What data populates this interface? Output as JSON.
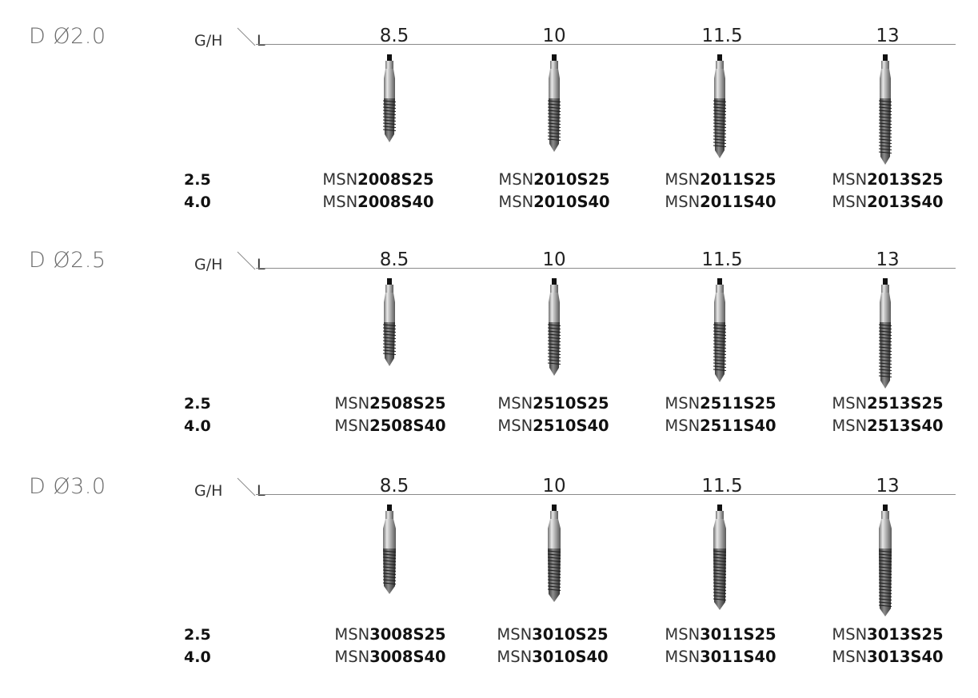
{
  "header": {
    "gh_label": "G/H",
    "l_label": "L"
  },
  "lengths": [
    "8.5",
    "10",
    "11.5",
    "13"
  ],
  "heights": [
    "2.5",
    "4.0"
  ],
  "sections": [
    {
      "diameter": "D Ø2.0",
      "codes": [
        [
          {
            "pre": "MSN",
            "suf": "2008S25"
          },
          {
            "pre": "MSN",
            "suf": "2010S25"
          },
          {
            "pre": "MSN",
            "suf": "2011S25"
          },
          {
            "pre": "MSN",
            "suf": "2013S25"
          }
        ],
        [
          {
            "pre": "MSN",
            "suf": "2008S40"
          },
          {
            "pre": "MSN",
            "suf": "2010S40"
          },
          {
            "pre": "MSN",
            "suf": "2011S40"
          },
          {
            "pre": "MSN",
            "suf": "2013S40"
          }
        ]
      ]
    },
    {
      "diameter": "D Ø2.5",
      "codes": [
        [
          {
            "pre": "MSN",
            "suf": "2508S25"
          },
          {
            "pre": "MSN",
            "suf": "2510S25"
          },
          {
            "pre": "MSN",
            "suf": "2511S25"
          },
          {
            "pre": "MSN",
            "suf": "2513S25"
          }
        ],
        [
          {
            "pre": "MSN",
            "suf": "2508S40"
          },
          {
            "pre": "MSN",
            "suf": "2510S40"
          },
          {
            "pre": "MSN",
            "suf": "2511S40"
          },
          {
            "pre": "MSN",
            "suf": "2513S40"
          }
        ]
      ]
    },
    {
      "diameter": "D Ø3.0",
      "codes": [
        [
          {
            "pre": "MSN",
            "suf": "3008S25"
          },
          {
            "pre": "MSN",
            "suf": "3010S25"
          },
          {
            "pre": "MSN",
            "suf": "3011S25"
          },
          {
            "pre": "MSN",
            "suf": "3013S25"
          }
        ],
        [
          {
            "pre": "MSN",
            "suf": "3008S40"
          },
          {
            "pre": "MSN",
            "suf": "3010S40"
          },
          {
            "pre": "MSN",
            "suf": "3011S40"
          },
          {
            "pre": "MSN",
            "suf": "3013S40"
          }
        ]
      ]
    }
  ]
}
